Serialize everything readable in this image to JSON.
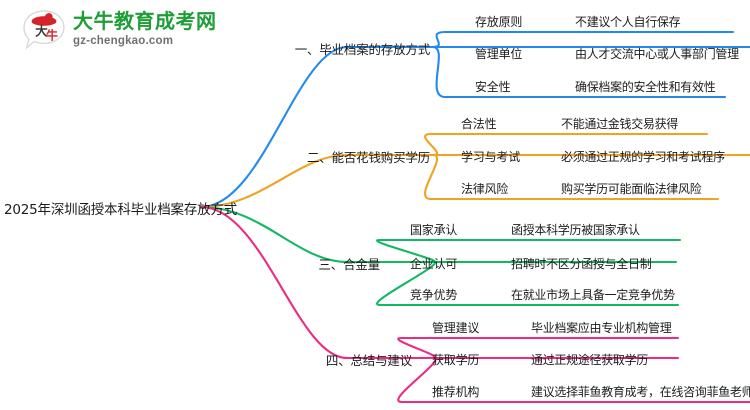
{
  "logo": {
    "mark_text": "大牛",
    "title": "大牛教育成考网",
    "domain": "gz-chengkao.com",
    "brand_green": "#1f9d36",
    "brand_red": "#d6232a"
  },
  "mindmap": {
    "root": "2025年深圳函授本科毕业档案存放方式",
    "branches": [
      {
        "label": "一、毕业档案的存放方式",
        "color": "#2489ec",
        "items": [
          {
            "key": "存放原则",
            "value": "不建议个人自行保存"
          },
          {
            "key": "管理单位",
            "value": "由人才交流中心或人事部门管理"
          },
          {
            "key": "安全性",
            "value": "确保档案的安全性和有效性"
          }
        ]
      },
      {
        "label": "二、能否花钱购买学历",
        "color": "#f0a223",
        "items": [
          {
            "key": "合法性",
            "value": "不能通过金钱交易获得"
          },
          {
            "key": "学习与考试",
            "value": "必须通过正规的学习和考试程序"
          },
          {
            "key": "法律风险",
            "value": "购买学历可能面临法律风险"
          }
        ]
      },
      {
        "label": "三、合金量",
        "color": "#13b863",
        "items": [
          {
            "key": "国家承认",
            "value": "函授本科学历被国家承认"
          },
          {
            "key": "企业认可",
            "value": "招聘时不区分函授与全日制"
          },
          {
            "key": "竞争优势",
            "value": "在就业市场上具备一定竞争优势"
          }
        ]
      },
      {
        "label": "四、总结与建议",
        "color": "#ec2b82",
        "items": [
          {
            "key": "管理建议",
            "value": "毕业档案应由专业机构管理"
          },
          {
            "key": "获取学历",
            "value": "通过正规途径获取学历"
          },
          {
            "key": "推荐机构",
            "value": "建议选择菲鱼教育成考，在线咨询菲鱼老师"
          }
        ]
      }
    ]
  }
}
